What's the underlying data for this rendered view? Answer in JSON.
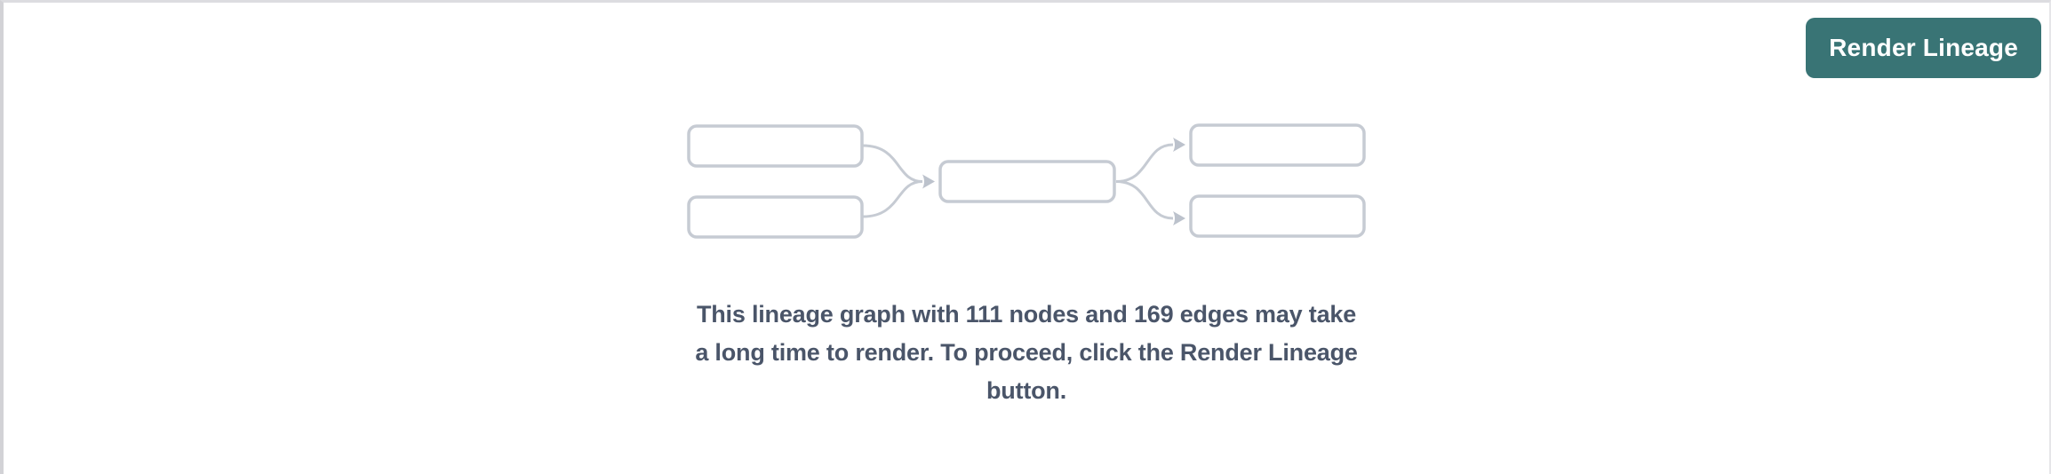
{
  "toolbar": {
    "render_button_label": "Render Lineage"
  },
  "empty_state": {
    "node_count": 111,
    "edge_count": 169,
    "message": "This lineage graph with 111 nodes and 169 edges may take a long time to render. To proceed, click the Render Lineage button.",
    "message_lines": [
      "This lineage graph with 111 nodes and 169 edges may take",
      "a long time to render. To proceed, click the Render Lineage",
      "button."
    ],
    "graphic_icon": "mini-dag-placeholder-icon"
  },
  "colors": {
    "accent_teal": "#397475",
    "button_text": "#ffffff",
    "graphic_stroke": "#c6cbd3",
    "arrowhead": "#bcc2cc",
    "message_text": "#4a5569",
    "top_border": "#dcdce0",
    "left_border": "#d2d2d6",
    "right_border": "#e6e6e9"
  }
}
